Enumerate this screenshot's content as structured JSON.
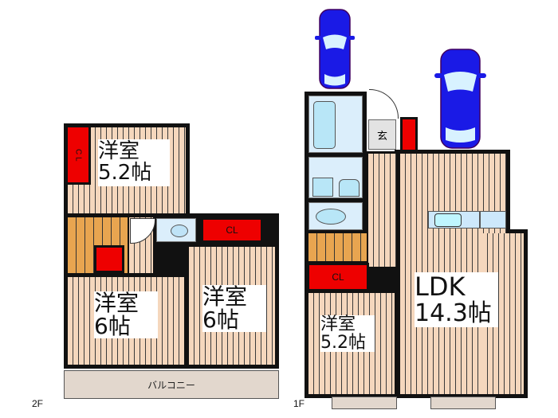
{
  "floor_2f": {
    "floor_label": "2F",
    "rooms": [
      {
        "name": "洋室",
        "size": "5.2帖"
      },
      {
        "name": "洋室",
        "size": "6帖"
      },
      {
        "name": "洋室",
        "size": "6帖"
      }
    ],
    "closets": [
      {
        "label": "C L"
      },
      {
        "label": "CL"
      }
    ],
    "balcony": "バルコニー"
  },
  "floor_1f": {
    "floor_label": "1F",
    "rooms": [
      {
        "name": "LDK",
        "size": "14.3帖"
      },
      {
        "name": "洋室",
        "size": "5.2帖"
      }
    ],
    "closets": [
      {
        "label": "CL"
      }
    ],
    "entrance": "玄",
    "parking_spaces": 2
  },
  "colors": {
    "wall": "#111111",
    "floor": "#f5d7bd",
    "closet": "#ee0000",
    "stairs": "#e8a550",
    "wet_area": "#dbeefb",
    "car": "#1a1ae6",
    "balcony": "#e2d7cd"
  }
}
